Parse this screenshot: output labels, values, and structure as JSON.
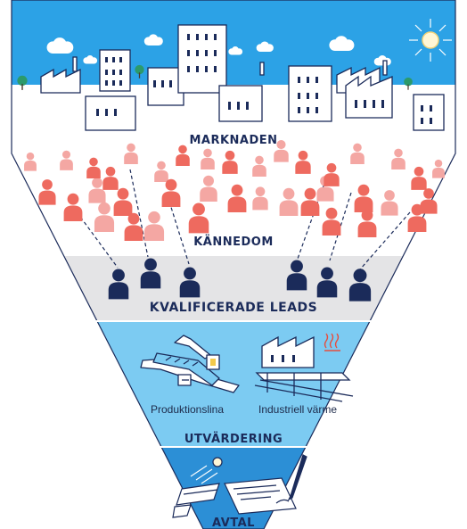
{
  "colors": {
    "sky": "#2ca2e6",
    "snow": "#ffffff",
    "awareness_band": "#e4e4e6",
    "evaluation_band": "#7ccbf2",
    "contract_band": "#2c8fd6",
    "navy": "#1b2b5a",
    "people_red": "#ee6a5f",
    "people_pink": "#f4a7a3",
    "tree": "#2c9a6b"
  },
  "stages": {
    "market": "MARKNADEN",
    "awareness": "KÄNNEDOM",
    "qualified_leads": "KVALIFICERADE LEADS",
    "evaluation": "UTVÄRDERING",
    "contract": "AVTAL"
  },
  "captions": {
    "production_line": "Produktionslina",
    "industrial_heat": "Industriell värme"
  },
  "icons": {
    "sun": "sun-icon",
    "factory": "factory-icon",
    "robot_arm": "robot-arm-icon",
    "heat": "heat-waves-icon",
    "solar_collector": "solar-collector-icon",
    "contract": "contract-pen-icon"
  }
}
